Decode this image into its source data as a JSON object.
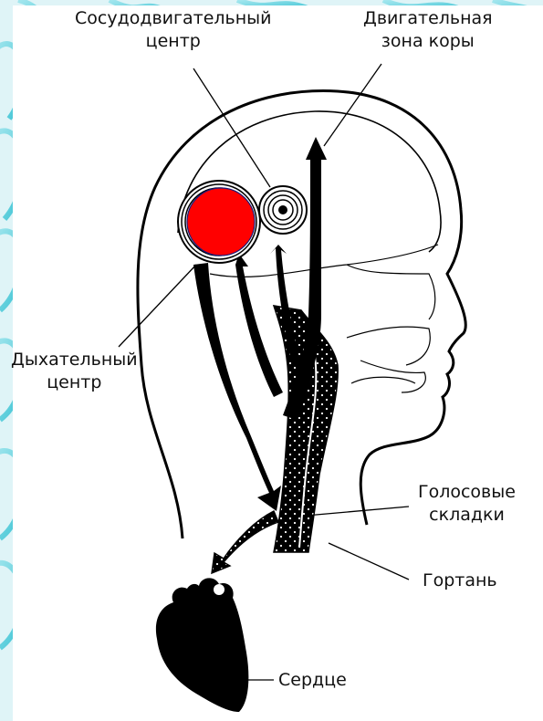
{
  "labels": {
    "vasomotor_center": {
      "line1": "Сосудодвигательный",
      "line2": "центр"
    },
    "motor_cortex": {
      "line1": "Двигательная",
      "line2": "зона коры"
    },
    "respiratory_center": {
      "line1": "Дыхательный",
      "line2": "центр"
    },
    "vocal_folds": {
      "line1": "Голосовые",
      "line2": "складки"
    },
    "larynx": {
      "line1": "Гортань"
    },
    "heart": {
      "line1": "Сердце"
    }
  },
  "colors": {
    "respiratory_marker": "#ff0000",
    "ink": "#000000",
    "background_swirl": "#3fc9d8"
  }
}
